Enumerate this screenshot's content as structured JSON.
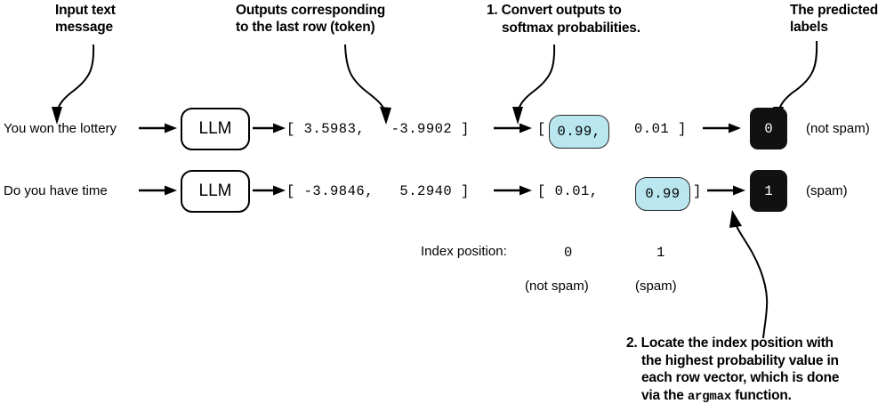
{
  "annotations": {
    "input_text_heading": "Input text\nmessage",
    "outputs_heading": "Outputs corresponding\nto the last row (token)",
    "step1_num": "1.",
    "step1_line1": "Convert outputs to",
    "step1_line2": "softmax probabilities.",
    "predicted_labels_heading": "The predicted\nlabels",
    "step2_num": "2.",
    "step2_line1": "Locate the index position with",
    "step2_line2": "the highest probability value in",
    "step2_line3": "each row vector, which is done",
    "step2_line4_a": "via the ",
    "step2_line4_mono": "argmax",
    "step2_line4_b": " function."
  },
  "rows": [
    {
      "input_text": "You won the lottery",
      "model": "LLM",
      "logits": "[ 3.5983,   -3.9902 ]",
      "probs_open": "[",
      "probs_highlight": "0.99,",
      "probs_rest": "0.01 ]",
      "predicted_label": "0",
      "label_name": "(not spam)"
    },
    {
      "input_text": "Do you have time",
      "model": "LLM",
      "logits": "[ -3.9846,   5.2940 ]",
      "probs_open": "[ 0.01,",
      "probs_highlight": "0.99",
      "probs_rest": "]",
      "predicted_label": "1",
      "label_name": "(spam)"
    }
  ],
  "index_legend": {
    "label": "Index position:",
    "positions": [
      "0",
      "1"
    ],
    "names": [
      "(not spam)",
      "(spam)"
    ]
  },
  "colors": {
    "highlight_fill": "#b9e6ef",
    "label_box_fill": "#111111",
    "stroke": "#000000"
  }
}
